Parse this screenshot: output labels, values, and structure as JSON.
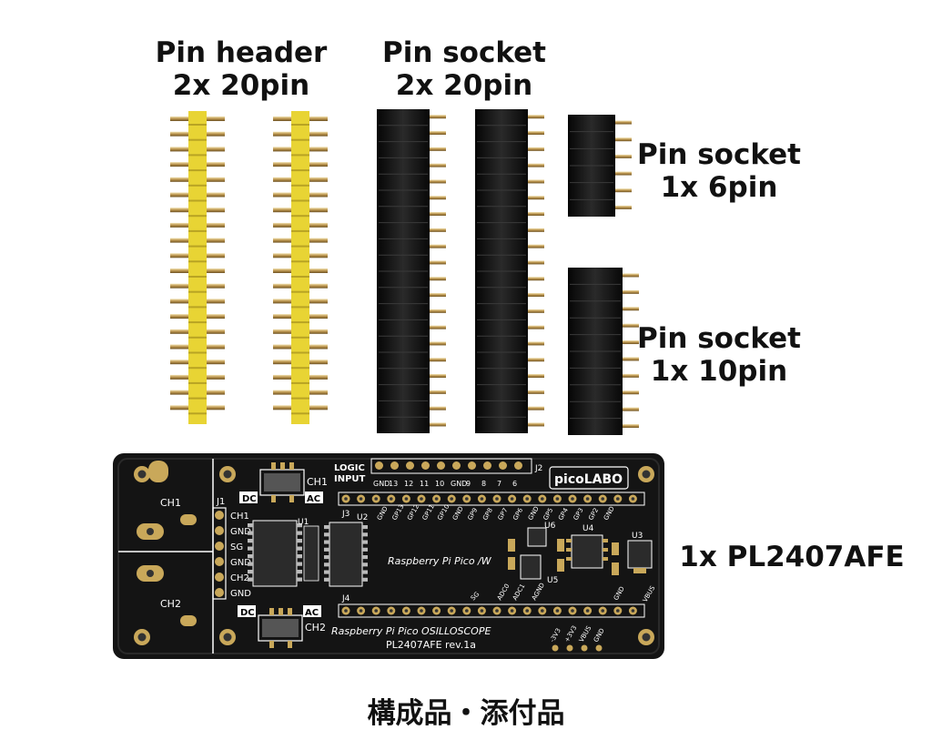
{
  "labels": {
    "pin_header": {
      "line1": "Pin header",
      "line2": "2x 20pin"
    },
    "pin_socket_20": {
      "line1": "Pin socket",
      "line2": "2x 20pin"
    },
    "pin_socket_6": {
      "line1": "Pin socket",
      "line2": "1x 6pin"
    },
    "pin_socket_10": {
      "line1": "Pin socket",
      "line2": "1x 10pin"
    },
    "board": "1x PL2407AFE"
  },
  "caption": "構成品・添付品",
  "board": {
    "logo": "picoLABO",
    "logic_input": {
      "line1": "LOGIC",
      "line2": "INPUT",
      "ref": "J2"
    },
    "logic_pins": [
      "GND",
      "13",
      "12",
      "11",
      "10",
      "GND",
      "9",
      "8",
      "7",
      "6"
    ],
    "j1_ref": "J1",
    "j1_pins": [
      "CH1",
      "GND",
      "SG",
      "GND",
      "CH2",
      "GND"
    ],
    "ch1": "CH1",
    "ch2": "CH2",
    "dc": "DC",
    "ac": "AC",
    "switch_ch1": "CH1",
    "switch_ch2": "CH2",
    "top_pins": [
      "GND",
      "GP13",
      "GP12",
      "GP11",
      "GP10",
      "GND",
      "GP9",
      "GP8",
      "GP7",
      "GP6",
      "GND",
      "GP5",
      "GP4",
      "GP3",
      "GP2",
      "GND"
    ],
    "bottom_pins": [
      "SG",
      "ADC0",
      "ADC1",
      "AGND",
      "GND",
      "VBUS"
    ],
    "refs": {
      "u1": "U1",
      "u2": "U2",
      "u3": "U3",
      "u4": "U4",
      "u5": "U5",
      "u6": "U6",
      "j3": "J3",
      "j4": "J4"
    },
    "pico_label": "Raspberry Pi Pico /W",
    "title": "Raspberry Pi Pico OSILLOSCOPE",
    "revision": "PL2407AFE rev.1a",
    "power_pins": [
      "-3V3",
      "+3V3",
      "VBUS",
      "GND"
    ]
  },
  "colors": {
    "pcb": "#141414",
    "silk": "#ffffff",
    "header_plastic": "#e8d434",
    "socket": "#111111",
    "pin_metal": "#c9a85a"
  }
}
